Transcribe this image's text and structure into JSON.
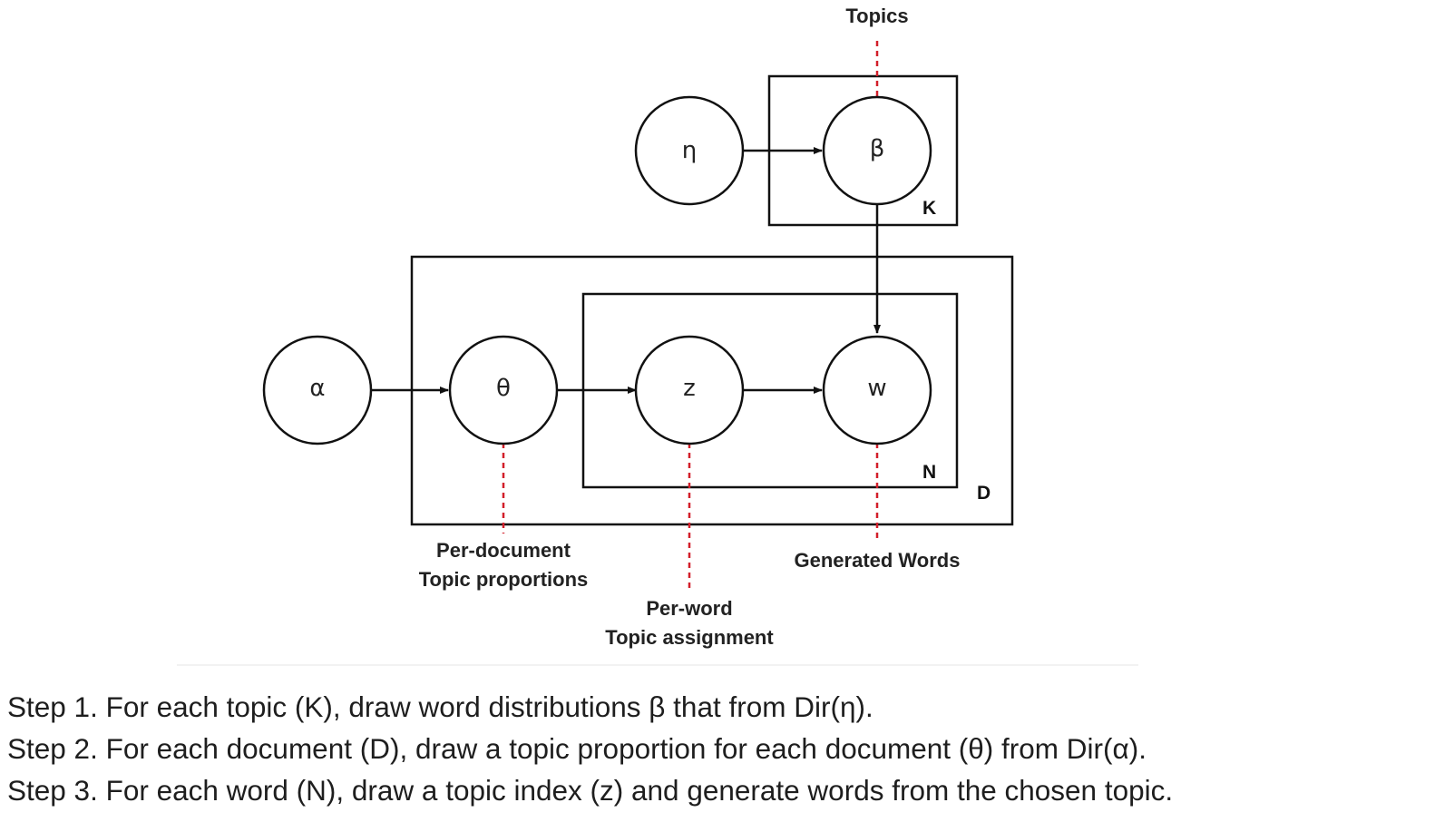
{
  "diagram": {
    "nodes": {
      "eta": "η",
      "beta": "β",
      "alpha": "α",
      "theta": "θ",
      "z": "z",
      "w": "w"
    },
    "plates": {
      "topics": "K",
      "words": "N",
      "documents": "D"
    },
    "annotations": {
      "topics": "Topics",
      "theta_line1": "Per-document",
      "theta_line2": "Topic proportions",
      "z_line1": "Per-word",
      "z_line2": "Topic assignment",
      "w": "Generated Words"
    },
    "edges": [
      {
        "from": "eta",
        "to": "beta"
      },
      {
        "from": "beta",
        "to": "w"
      },
      {
        "from": "alpha",
        "to": "theta"
      },
      {
        "from": "theta",
        "to": "z"
      },
      {
        "from": "z",
        "to": "w"
      }
    ],
    "colors": {
      "stroke": "#111111",
      "annotation_dash": "#d21f2a"
    }
  },
  "steps": [
    "Step 1. For each topic (K), draw word distributions β that from Dir(η).",
    "Step 2. For each document (D), draw a topic proportion for each document (θ) from Dir(α).",
    "Step 3. For each word (N), draw a topic index (z) and generate words from the chosen topic."
  ]
}
